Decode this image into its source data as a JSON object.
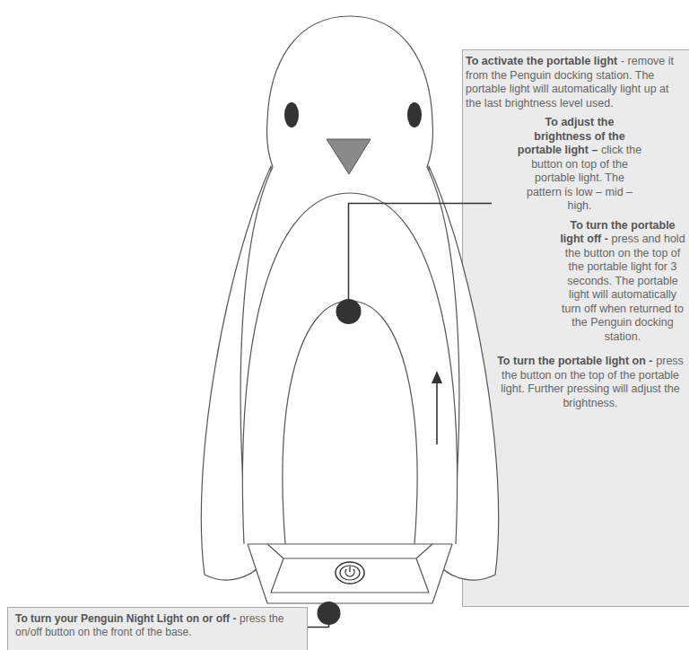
{
  "diagram": {
    "nodes": [
      {
        "text": [
          "To activate the portable light",
          "- remove it from the Penguin docking station. The portable light will automatically light up at the last brightness level used.",
          "To adjust the brightness of the portable light –",
          "click the button on top of the portable light. The pattern is low – mid – high.",
          "To turn the portable light off -",
          "press and hold the button on the top of the portable light for 3 seconds. The portable light will automatically turn off when returned to the Penguin docking station.",
          "To turn the portable light on -",
          "press the button on the top of the portable light. Further pressing will adjust the brightness."
        ]
      },
      {
        "text": [
          "To turn your Penguin Night Light on or off -",
          "press the on/off button on the front of the base."
        ]
      }
    ]
  }
}
